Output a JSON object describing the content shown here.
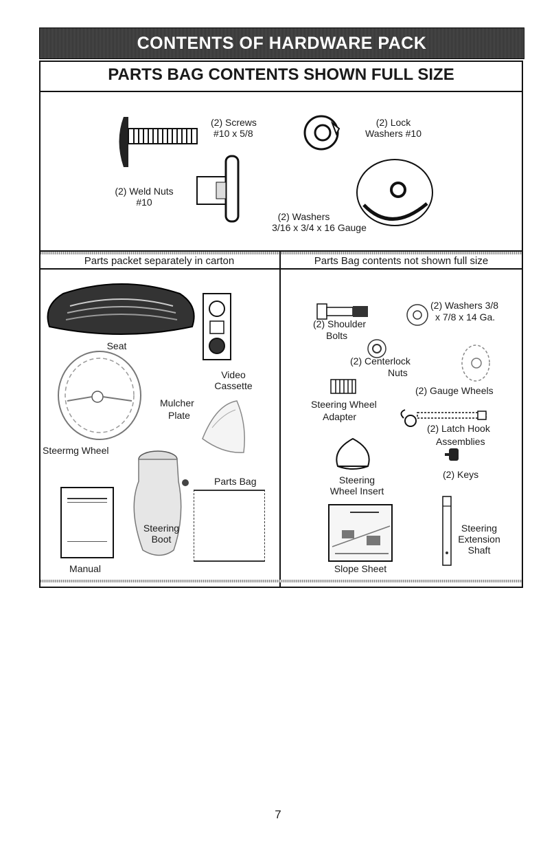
{
  "banner_title": "CONTENTS OF HARDWARE PACK",
  "full_size": {
    "heading": "PARTS BAG CONTENTS SHOWN FULL SIZE",
    "screws": {
      "line1": "(2) Screws",
      "line2": "#10 x 5/8"
    },
    "lock_washers": {
      "line1": "(2) Lock",
      "line2": "Washers #10"
    },
    "weld_nuts": {
      "line1": "(2) Weld Nuts",
      "line2": "#10"
    },
    "washers": {
      "line1": "(2) Washers",
      "line2": "3/16 x 3/4 x 16 Gauge"
    }
  },
  "left_panel": {
    "heading": "Parts packet separately in carton",
    "seat": "Seat",
    "video": {
      "line1": "Video",
      "line2": "Cassette"
    },
    "mulcher": {
      "line1": "Mulcher",
      "line2": "Plate"
    },
    "steering_wheel": "Steermg Wheel",
    "parts_bag": "Parts Bag",
    "steering_boot": {
      "line1": "Steering",
      "line2": "Boot"
    },
    "manual": "Manual"
  },
  "right_panel": {
    "heading": "Parts Bag contents not shown full size",
    "shoulder_bolts": {
      "line1": "(2) Shoulder",
      "line2": "Bolts"
    },
    "washers_38": {
      "line1": "(2) Washers 3/8",
      "line2": "x 7/8 x 14 Ga."
    },
    "centerlock_nuts": {
      "line1": "(2) Centerlock",
      "line2": "Nuts"
    },
    "gauge_wheels": "(2) Gauge Wheels",
    "steering_wheel_adapter": {
      "line1": "Steering Wheel",
      "line2": "Adapter"
    },
    "latch_hook": {
      "line1": "(2) Latch Hook",
      "line2": "Assemblies"
    },
    "keys": "(2) Keys",
    "steering_wheel_insert": {
      "line1": "Steering",
      "line2": "Wheel Insert"
    },
    "steering_extension_shaft": {
      "line1": "Steering",
      "line2": "Extension",
      "line3": "Shaft"
    },
    "slope_sheet": "Slope Sheet"
  },
  "page_number": "7"
}
